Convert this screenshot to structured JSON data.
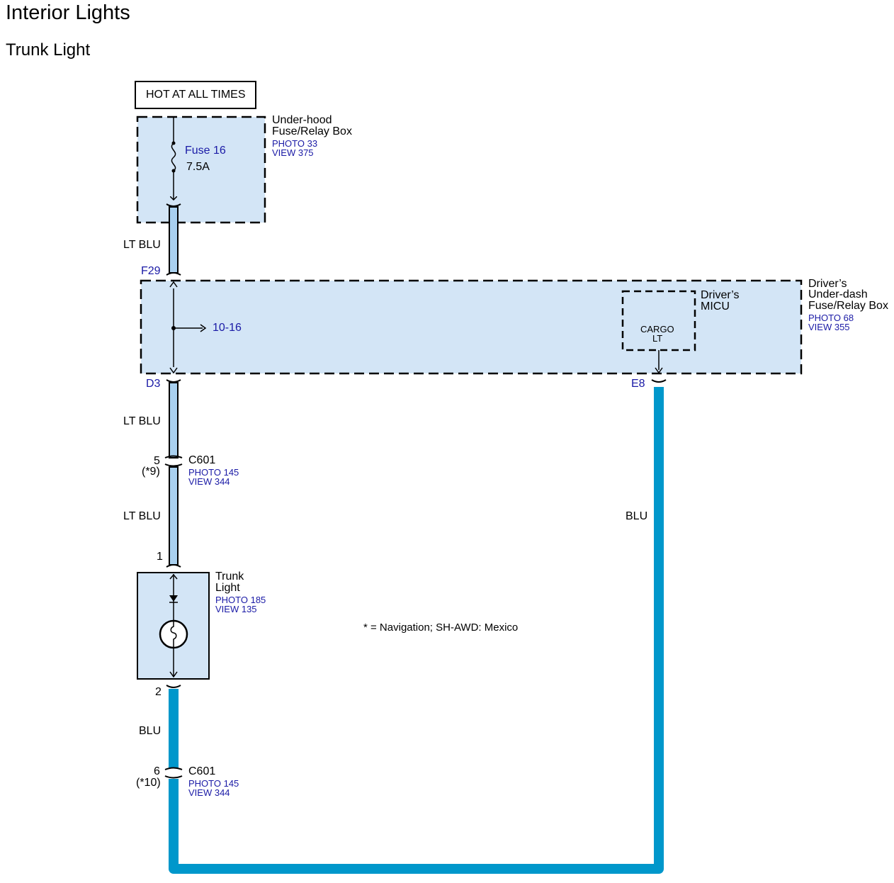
{
  "page": {
    "title": "Interior Lights",
    "subtitle": "Trunk Light"
  },
  "power": {
    "label": "HOT AT ALL TIMES"
  },
  "underhood_box": {
    "name_line1": "Under-hood",
    "name_line2": "Fuse/Relay Box",
    "photo": "PHOTO 33",
    "view": "VIEW 375",
    "fuse_name": "Fuse 16",
    "fuse_rating": "7.5A"
  },
  "wires": {
    "w1": "LT BLU",
    "w2": "LT BLU",
    "w3": "LT BLU",
    "w4": "BLU",
    "w5": "BLU"
  },
  "connectors": {
    "f29": "F29",
    "d3": "D3",
    "e8": "E8",
    "branch_ref": "10-16"
  },
  "underdash_box": {
    "name_line1": "Driver’s",
    "name_line2": "Under-dash",
    "name_line3": "Fuse/Relay Box",
    "photo": "PHOTO 68",
    "view": "VIEW 355",
    "micu_line1": "Driver’s",
    "micu_line2": "MICU",
    "cargo_line1": "CARGO",
    "cargo_line2": "LT"
  },
  "c601_upper": {
    "name": "C601",
    "pin": "5",
    "alt_pin": "(*9)",
    "photo": "PHOTO 145",
    "view": "VIEW 344"
  },
  "trunk_light": {
    "name_line1": "Trunk",
    "name_line2": "Light",
    "photo": "PHOTO 185",
    "view": "VIEW 135",
    "pin_in": "1",
    "pin_out": "2"
  },
  "c601_lower": {
    "name": "C601",
    "pin": "6",
    "alt_pin": "(*10)",
    "photo": "PHOTO 145",
    "view": "VIEW 344"
  },
  "footnote": "* = Navigation; SH-AWD: Mexico",
  "colors": {
    "box_fill": "#d3e5f6",
    "lt_blu_wire": "#a9d0ef",
    "blu_wire": "#0097cb",
    "ref_text": "#1a1aa6"
  }
}
